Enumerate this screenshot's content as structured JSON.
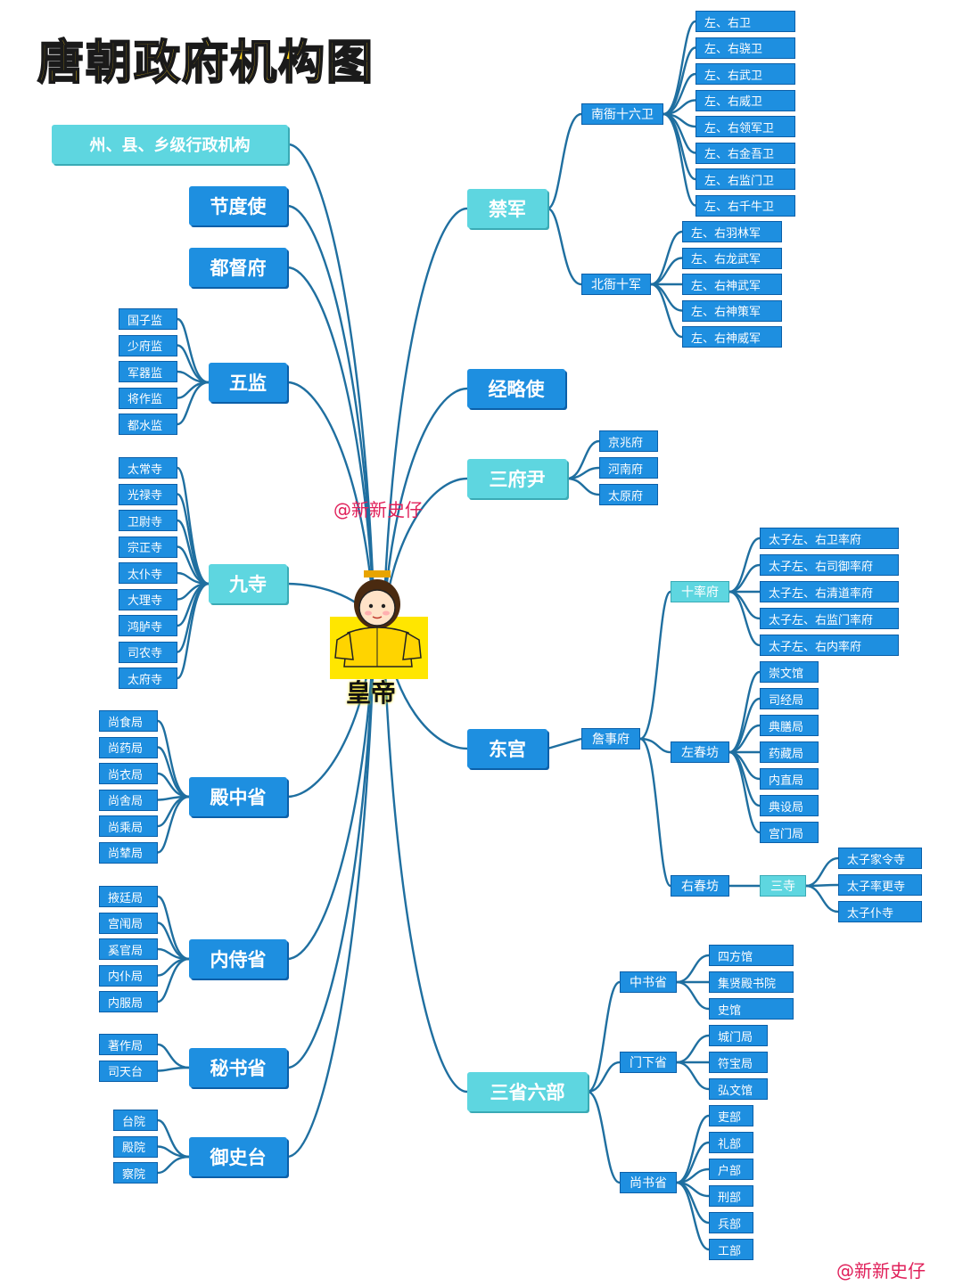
{
  "title": "唐朝政府机构图",
  "watermark": "@新新史仔",
  "center": "皇帝",
  "colors": {
    "line": "#1f6fa0",
    "blue": "#1e8fe0",
    "cyan": "#5ed6e0",
    "title": "#ffd21a",
    "watermark": "#e0205a"
  },
  "left": {
    "zhou": "州、县、乡级行政机构",
    "jiedushi": "节度使",
    "duhufu": "都督府",
    "wujian": {
      "label": "五监",
      "items": [
        "国子监",
        "少府监",
        "军器监",
        "将作监",
        "都水监"
      ]
    },
    "jiusi": {
      "label": "九寺",
      "items": [
        "太常寺",
        "光禄寺",
        "卫尉寺",
        "宗正寺",
        "太仆寺",
        "大理寺",
        "鸿胪寺",
        "司农寺",
        "太府寺"
      ]
    },
    "dianzhong": {
      "label": "殿中省",
      "items": [
        "尚食局",
        "尚药局",
        "尚衣局",
        "尚舍局",
        "尚乘局",
        "尚辇局"
      ]
    },
    "neishi": {
      "label": "内侍省",
      "items": [
        "掖廷局",
        "宫闱局",
        "奚官局",
        "内仆局",
        "内服局"
      ]
    },
    "mishu": {
      "label": "秘书省",
      "items": [
        "著作局",
        "司天台"
      ]
    },
    "yushi": {
      "label": "御史台",
      "items": [
        "台院",
        "殿院",
        "察院"
      ]
    }
  },
  "right": {
    "jinjun": {
      "label": "禁军",
      "nanya": {
        "label": "南衙十六卫",
        "items": [
          "左、右卫",
          "左、右骁卫",
          "左、右武卫",
          "左、右威卫",
          "左、右领军卫",
          "左、右金吾卫",
          "左、右监门卫",
          "左、右千牛卫"
        ]
      },
      "beiya": {
        "label": "北衙十军",
        "items": [
          "左、右羽林军",
          "左、右龙武军",
          "左、右神武军",
          "左、右神策军",
          "左、右神威军"
        ]
      }
    },
    "jinglue": "经略使",
    "sanfu": {
      "label": "三府尹",
      "items": [
        "京兆府",
        "河南府",
        "太原府"
      ]
    },
    "donggong": {
      "label": "东宫",
      "zhanshi": "詹事府",
      "shishuaifu": {
        "label": "十率府",
        "items": [
          "太子左、右卫率府",
          "太子左、右司御率府",
          "太子左、右清道率府",
          "太子左、右监门率府",
          "太子左、右内率府"
        ]
      },
      "zuochunfang": {
        "label": "左春坊",
        "items": [
          "崇文馆",
          "司经局",
          "典膳局",
          "药藏局",
          "内直局",
          "典设局",
          "宫门局"
        ]
      },
      "youchunfang": {
        "label": "右春坊",
        "sansi": {
          "label": "三寺",
          "items": [
            "太子家令寺",
            "太子率更寺",
            "太子仆寺"
          ]
        }
      }
    },
    "sansheng": {
      "label": "三省六部",
      "zhongshu": {
        "label": "中书省",
        "items": [
          "四方馆",
          "集贤殿书院",
          "史馆"
        ]
      },
      "menxia": {
        "label": "门下省",
        "items": [
          "城门局",
          "符宝局",
          "弘文馆"
        ]
      },
      "shangshu": {
        "label": "尚书省",
        "items": [
          "吏部",
          "礼部",
          "户部",
          "刑部",
          "兵部",
          "工部"
        ]
      }
    }
  }
}
